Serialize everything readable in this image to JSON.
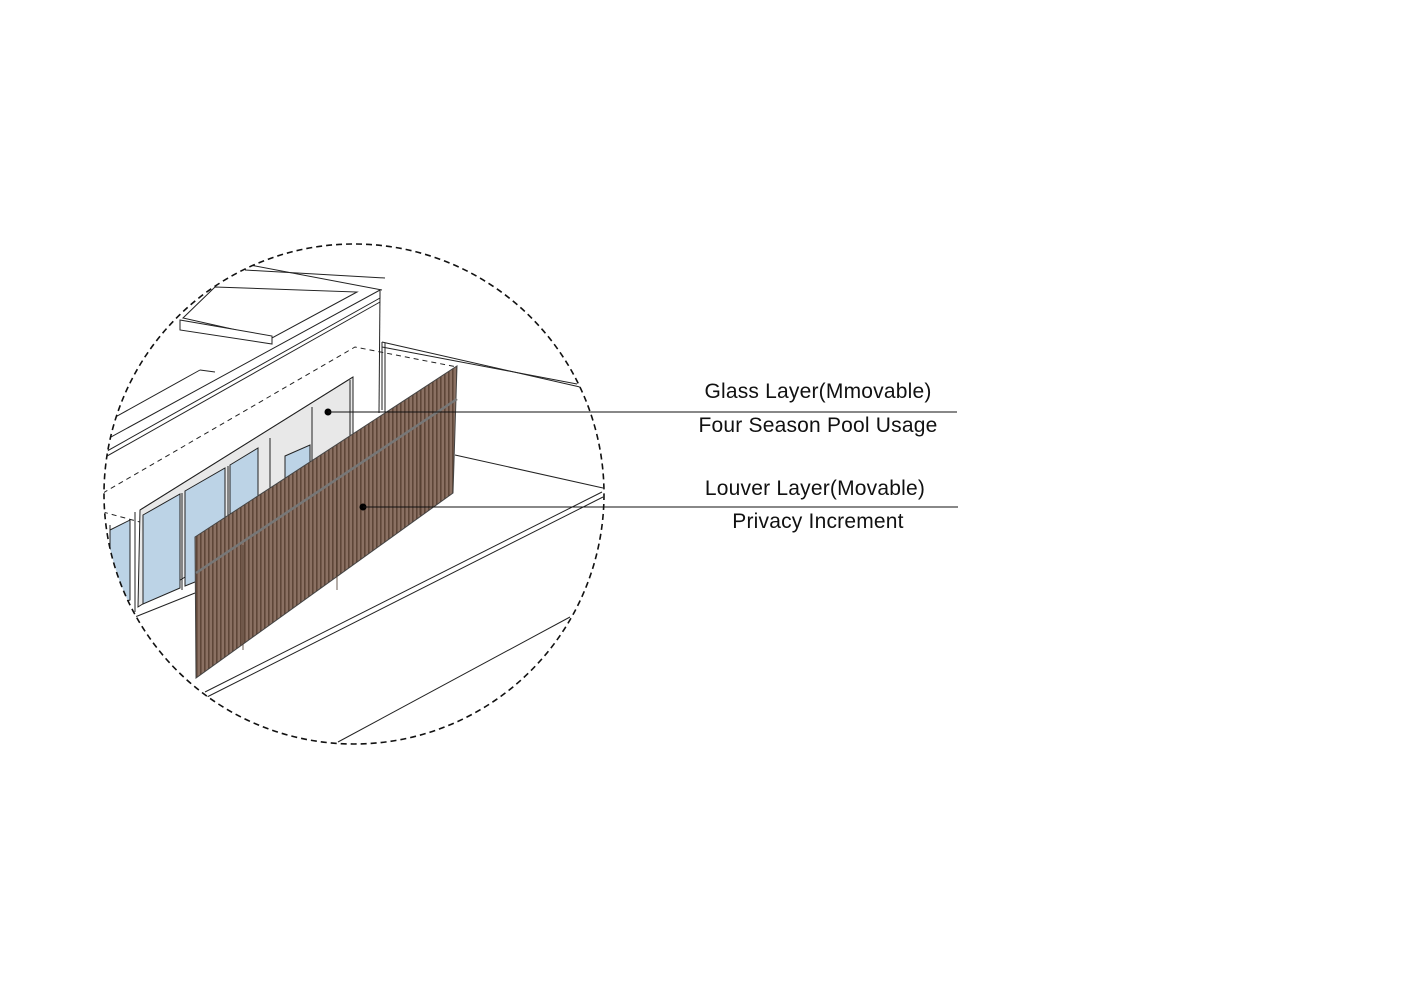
{
  "annotations": [
    {
      "title": "Glass Layer(Mmovable)",
      "subtitle": "Four Season Pool Usage"
    },
    {
      "title": "Louver Layer(Movable)",
      "subtitle": "Privacy Increment"
    }
  ],
  "colors": {
    "louver": "#7d6355",
    "louver_light": "#a48d80",
    "glass": "#bcd3e6",
    "frame": "#e8e8e8",
    "line": "#222222"
  }
}
